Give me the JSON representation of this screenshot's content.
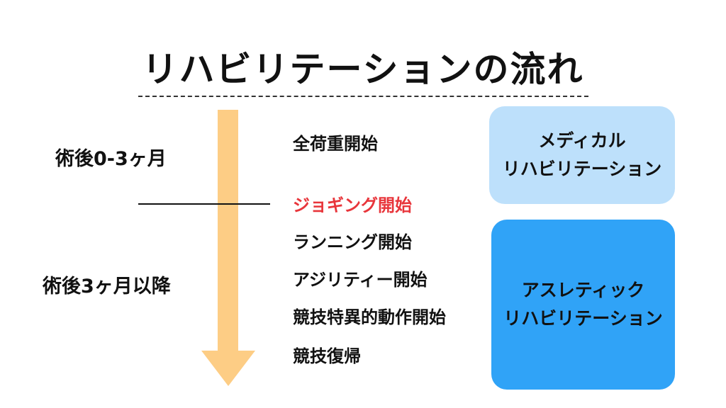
{
  "title": "リハビリテーションの流れ",
  "phases": [
    "術後0-3ヶ月",
    "術後3ヶ月以降"
  ],
  "steps": [
    {
      "label": "全荷重開始",
      "color": "#111111"
    },
    {
      "label": "ジョギング開始",
      "color": "#e8353b"
    },
    {
      "label": "ランニング開始",
      "color": "#111111"
    },
    {
      "label": "アジリティー開始",
      "color": "#111111"
    },
    {
      "label": "競技特異的動作開始",
      "color": "#111111"
    },
    {
      "label": "競技復帰",
      "color": "#111111"
    }
  ],
  "boxes": [
    {
      "line1": "メディカル",
      "line2": "リハビリテーション",
      "color": "#bde0fb"
    },
    {
      "line1": "アスレティック",
      "line2": "リハビリテーション",
      "color": "#30a3f7"
    }
  ]
}
